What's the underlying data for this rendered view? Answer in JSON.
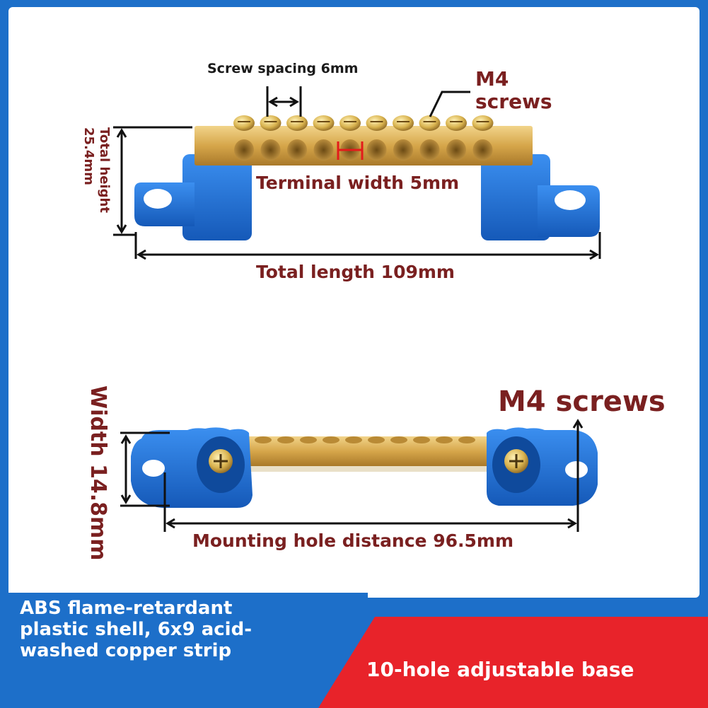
{
  "top_view": {
    "screw_spacing": "Screw spacing 6mm",
    "screw_type": "M4 screws",
    "total_height": "Total height 25.4mm",
    "terminal_width": "Terminal width 5mm",
    "total_length": "Total length 109mm"
  },
  "bottom_view": {
    "screw_type": "M4 screws",
    "width": "Width 14.8mm",
    "mounting_hole_distance": "Mounting hole distance 96.5mm"
  },
  "banner": {
    "material": "ABS flame-retardant plastic shell, 6x9 acid-washed copper strip",
    "base": "10-hole adjustable base"
  },
  "colors": {
    "frame_blue": "#1d6fc9",
    "banner_red": "#e8232a",
    "brass": "#d6a64a",
    "base_blue": "#1f73d6",
    "label_red": "#7a2020"
  }
}
